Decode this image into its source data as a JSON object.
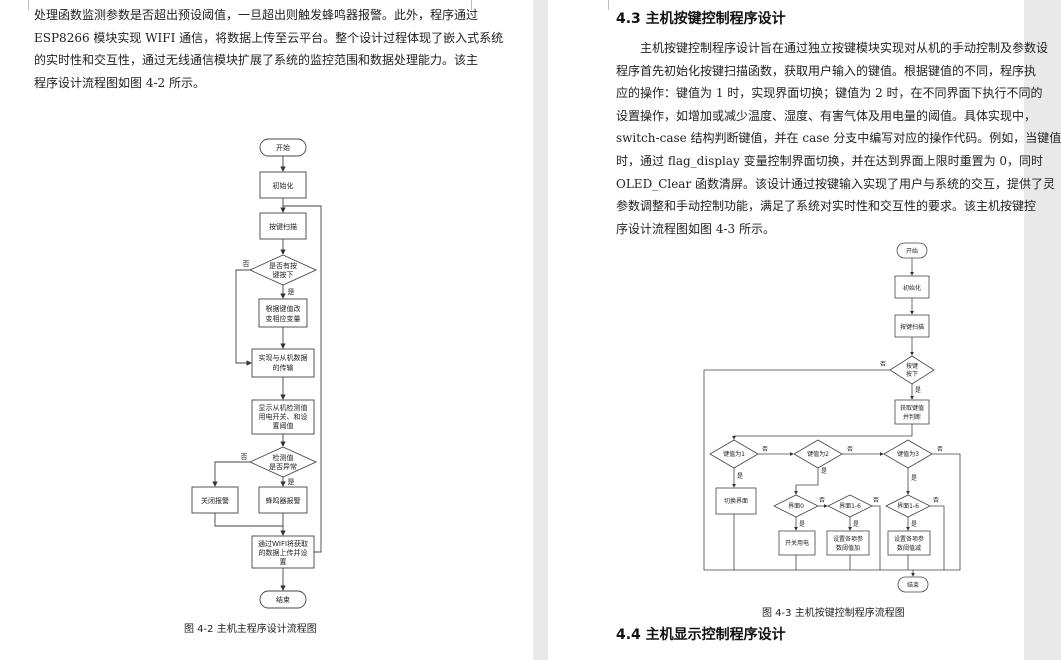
{
  "left_page": {
    "paragraph_lines": [
      "处理函数监测参数是否超出预设阈值，一旦超出则触发蜂鸣器报警。此外，程序通过",
      "ESP8266 模块实现 WIFI 通信，将数据上传至云平台。整个设计过程体现了嵌入式系统",
      "的实时性和交互性，通过无线通信模块扩展了系统的监控范围和数据处理能力。该主",
      "程序设计流程图如图 4-2 所示。"
    ],
    "flowchart": {
      "start": "开始",
      "init": "初始化",
      "scan": "按键扫描",
      "key_q1": "是否有按",
      "key_q2": "键按下",
      "change1": "根据键值改",
      "change2": "变相应变量",
      "comm1": "实现与从机数据",
      "comm2": "的传输",
      "show1": "显示从机检测值",
      "show2": "用电开关、和设",
      "show3": "置阈值",
      "det_q1": "检测值",
      "det_q2": "是否异常",
      "alarm_off": "关闭报警",
      "buzzer": "蜂鸣器报警",
      "wifi1": "通过WIFI将获取",
      "wifi2": "的数据上传并设",
      "wifi3": "置",
      "end": "结束",
      "yes": "是",
      "no": "否"
    },
    "caption": "图 4-2 主机主程序设计流程图"
  },
  "right_page": {
    "heading": "4.3 主机按键控制程序设计",
    "paragraph_lines": [
      "主机按键控制程序设计旨在通过独立按键模块实现对从机的手动控制及参数设",
      "程序首先初始化按键扫描函数，获取用户输入的键值。根据键值的不同，程序执",
      "应的操作：键值为 1 时，实现界面切换；键值为 2 时，在不同界面下执行不同的",
      "设置操作，如增加或减少温度、湿度、有害气体及用电量的阈值。具体实现中，",
      "switch-case 结构判断键值，并在 case 分支中编写对应的操作代码。例如，当键值",
      "时，通过 flag_display 变量控制界面切换，并在达到界面上限时重置为 0，同时",
      "OLED_Clear 函数清屏。该设计通过按键输入实现了用户与系统的交互，提供了灵",
      "参数调整和手动控制功能，满足了系统对实时性和交互性的要求。该主机按键控",
      "序设计流程图如图 4-3 所示。"
    ],
    "flowchart": {
      "start": "开始",
      "init": "初始化",
      "scan": "按键扫描",
      "press_q1": "按键",
      "press_q2": "按下",
      "get1": "获取键值",
      "get2": "并判断",
      "k1": "键值为1",
      "k2": "键值为2",
      "k3": "键值为3",
      "switch_ui": "切换界面",
      "ui0": "界面0",
      "ui16a": "界面1-6",
      "ui16b": "界面1-6",
      "power": "开关用电",
      "inc1": "设置各项参",
      "inc2": "数阈值加",
      "dec1": "设置各项参",
      "dec2": "数阈值减",
      "end": "结束",
      "yes": "是",
      "no": "否"
    },
    "caption": "图 4-3 主机按键控制程序流程图",
    "heading2": "4.4 主机显示控制程序设计"
  }
}
